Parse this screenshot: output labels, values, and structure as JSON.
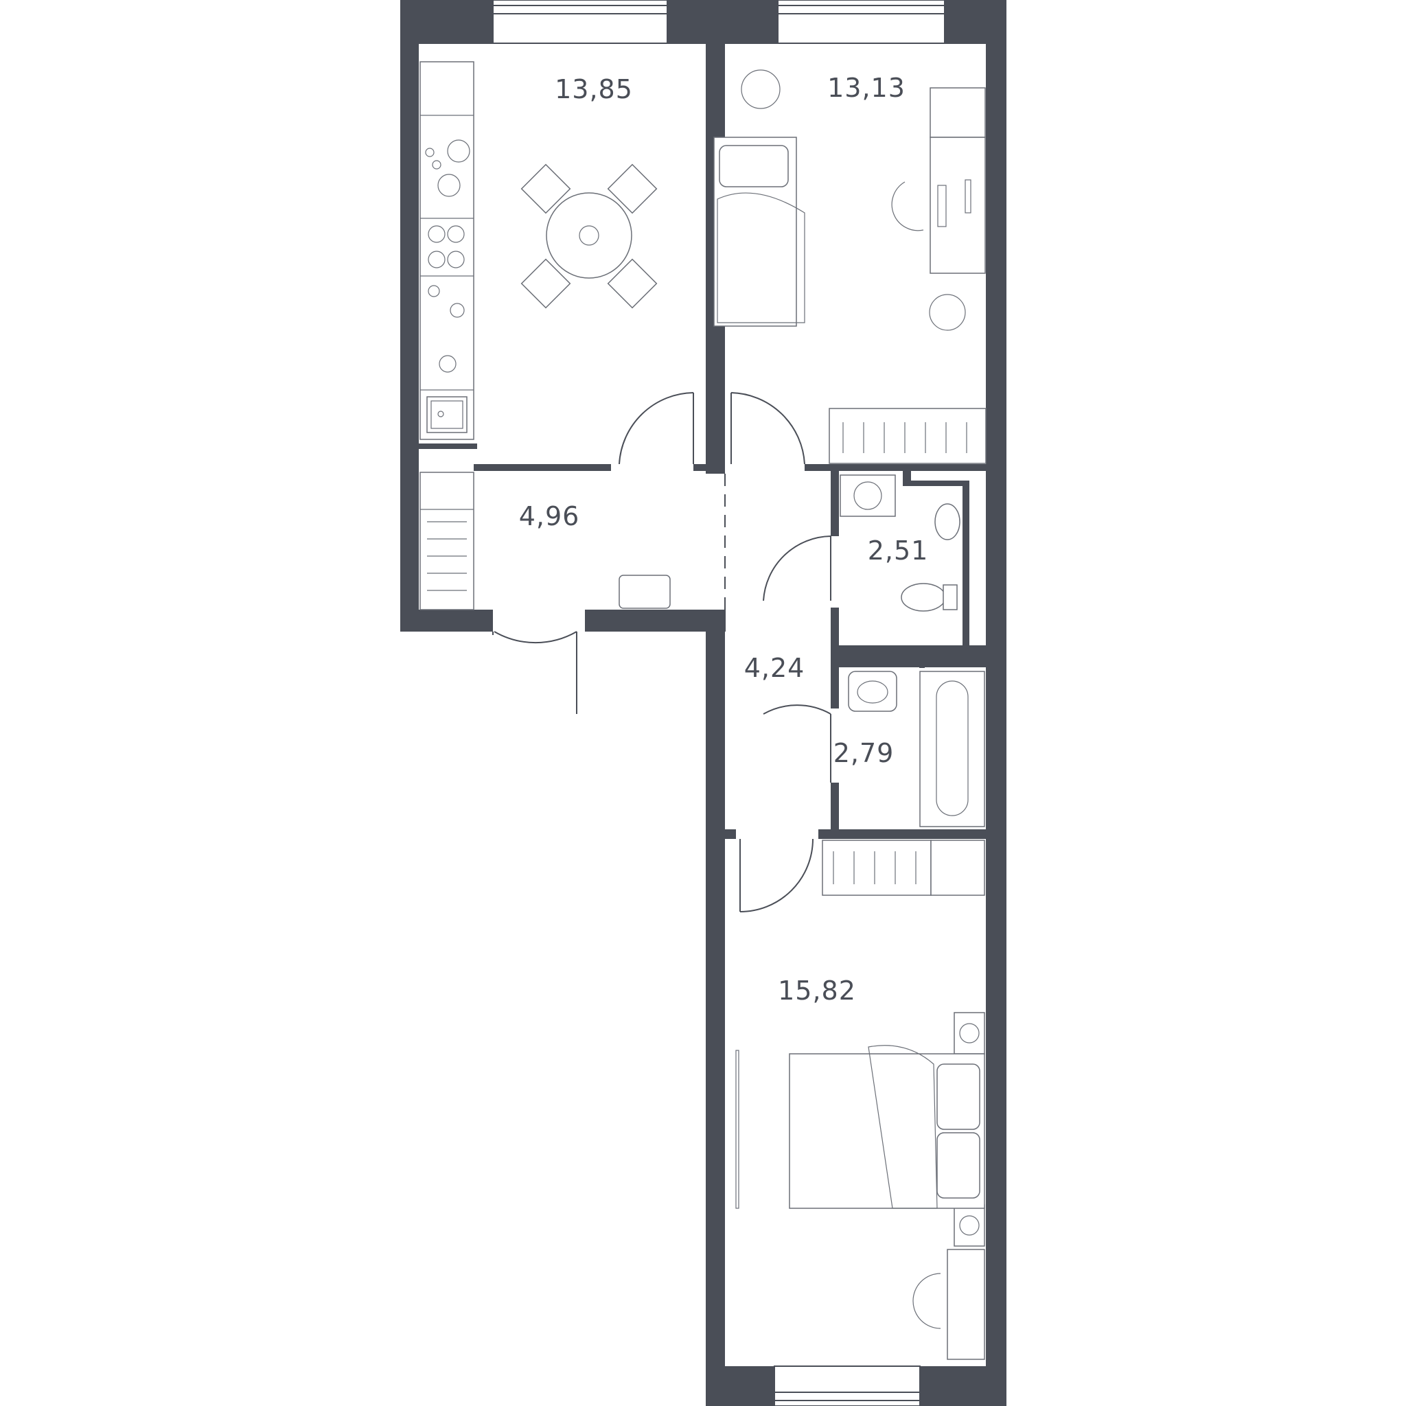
{
  "colors": {
    "wall": "#4a4e57",
    "line": "#6b6f77",
    "background": "#ffffff"
  },
  "rooms": [
    {
      "id": "kitchen",
      "area": "13,85"
    },
    {
      "id": "bedroom-small",
      "area": "13,13"
    },
    {
      "id": "entry-hall",
      "area": "4,96"
    },
    {
      "id": "corridor",
      "area": "4,24"
    },
    {
      "id": "toilet",
      "area": "2,51"
    },
    {
      "id": "bathroom",
      "area": "2,79"
    },
    {
      "id": "bedroom-large",
      "area": "15,82"
    }
  ]
}
